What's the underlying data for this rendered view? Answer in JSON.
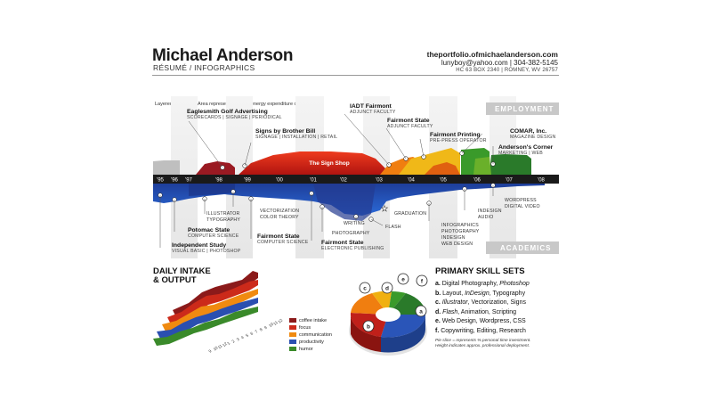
{
  "header": {
    "name": "Michael Anderson",
    "subtitle": "RÉSUMÉ / INFOGRAPHICS",
    "website": "theportfolio.ofmichaelanderson.com",
    "email_phone": "lunyboy@yahoo.com | 304-382-5145",
    "address": "HC 63 BOX 2340 | ROMNEY, WV 26757"
  },
  "timeline": {
    "caption": "Layered Area Plot : Area represents relative energy expenditure over time",
    "band_employment": "EMPLOYMENT",
    "band_academics": "ACADEMICS",
    "years": [
      "'95",
      "'96",
      "'97",
      "'98",
      "'99",
      "'00",
      "'01",
      "'02",
      "'03",
      "'04",
      "'05",
      "'06",
      "'07",
      "'08"
    ],
    "employment": [
      {
        "title": "Eaglesmith Golf Advertising",
        "detail": "SCORECARDS | SIGNAGE | PERIODICAL"
      },
      {
        "title": "Signs by Brother Bill",
        "detail": "SIGNAGE | INSTALLATION | RETAIL"
      },
      {
        "title": "The Sign Shop",
        "detail": ""
      },
      {
        "title": "IADT Fairmont",
        "detail": "ADJUNCT FACULTY"
      },
      {
        "title": "Fairmont State",
        "detail": "ADJUNCT FACULTY"
      },
      {
        "title": "Fairmont Printing",
        "detail": "PRE-PRESS OPERATOR"
      },
      {
        "title": "COMAR, Inc.",
        "detail": "MAGAZINE DESIGN"
      },
      {
        "title": "Anderson's Corner",
        "detail": "MARKETING | WEB"
      }
    ],
    "academics": [
      {
        "title": "Independent Study",
        "detail": "VISUAL BASIC | PHOTOSHOP"
      },
      {
        "title": "Potomac State",
        "detail": "COMPUTER SCIENCE"
      },
      {
        "title": "",
        "detail": "ILLUSTRATOR\nTYPOGRAPHY"
      },
      {
        "title": "Fairmont State",
        "detail": "COMPUTER SCIENCE"
      },
      {
        "title": "",
        "detail": "VECTORIZATION\nCOLOR THEORY"
      },
      {
        "title": "Fairmont State",
        "detail": "ELECTRONIC PUBLISHING"
      },
      {
        "title": "",
        "detail": "PHOTOGRAPHY"
      },
      {
        "title": "",
        "detail": "WRITING"
      },
      {
        "title": "",
        "detail": "FLASH"
      },
      {
        "title": "",
        "detail": "GRADUATION"
      },
      {
        "title": "",
        "detail": "INFOGRAPHICS\nPHOTOGRAPHY\nINDESIGN\nWEB DESIGN"
      },
      {
        "title": "",
        "detail": "INDESIGN\nAUDIO"
      },
      {
        "title": "",
        "detail": "WORDPRESS\nDIGITAL VIDEO"
      }
    ]
  },
  "daily": {
    "title_line1": "DAILY INTAKE",
    "title_line2": "& OUTPUT",
    "legend": [
      {
        "name": "coffee intake",
        "color": "#8b1a1a"
      },
      {
        "name": "focus",
        "color": "#cc2a1a"
      },
      {
        "name": "communication",
        "color": "#f08a10"
      },
      {
        "name": "productivity",
        "color": "#2a4fb0"
      },
      {
        "name": "humor",
        "color": "#3a8a2a"
      }
    ],
    "hours": [
      "9",
      "10",
      "11",
      "12",
      "1",
      "2",
      "3",
      "4",
      "5",
      "6",
      "7",
      "8",
      "9",
      "10",
      "11",
      "12"
    ]
  },
  "skills": {
    "title": "PRIMARY SKILL SETS",
    "items": [
      {
        "letter": "a.",
        "text": "Digital Photography, ",
        "italic": "Photoshop",
        "rest": ""
      },
      {
        "letter": "b.",
        "text": "Layout, ",
        "italic": "InDesign",
        "rest": ", Typography"
      },
      {
        "letter": "c.",
        "text": "",
        "italic": "Illustrator",
        "rest": ", Vectorization, Signs"
      },
      {
        "letter": "d.",
        "text": "",
        "italic": "Flash",
        "rest": ", Animation, Scripting"
      },
      {
        "letter": "e.",
        "text": "Web Design, Wordpress, CSS",
        "italic": "",
        "rest": ""
      },
      {
        "letter": "f.",
        "text": "Copywriting, Editing, Research",
        "italic": "",
        "rest": ""
      }
    ],
    "note1": "Pie slice = represents % personal time investment.",
    "note2": "Height indicates approx. professional deployment.",
    "slices": [
      {
        "key": "a",
        "color": "#2a55b8",
        "fraction": 0.36
      },
      {
        "key": "b",
        "color": "#c0201a",
        "fraction": 0.27
      },
      {
        "key": "c",
        "color": "#f07e10",
        "fraction": 0.14
      },
      {
        "key": "d",
        "color": "#f0b010",
        "fraction": 0.09
      },
      {
        "key": "e",
        "color": "#3a9a2a",
        "fraction": 0.07
      },
      {
        "key": "f",
        "color": "#2a7a2a",
        "fraction": 0.07
      }
    ]
  }
}
